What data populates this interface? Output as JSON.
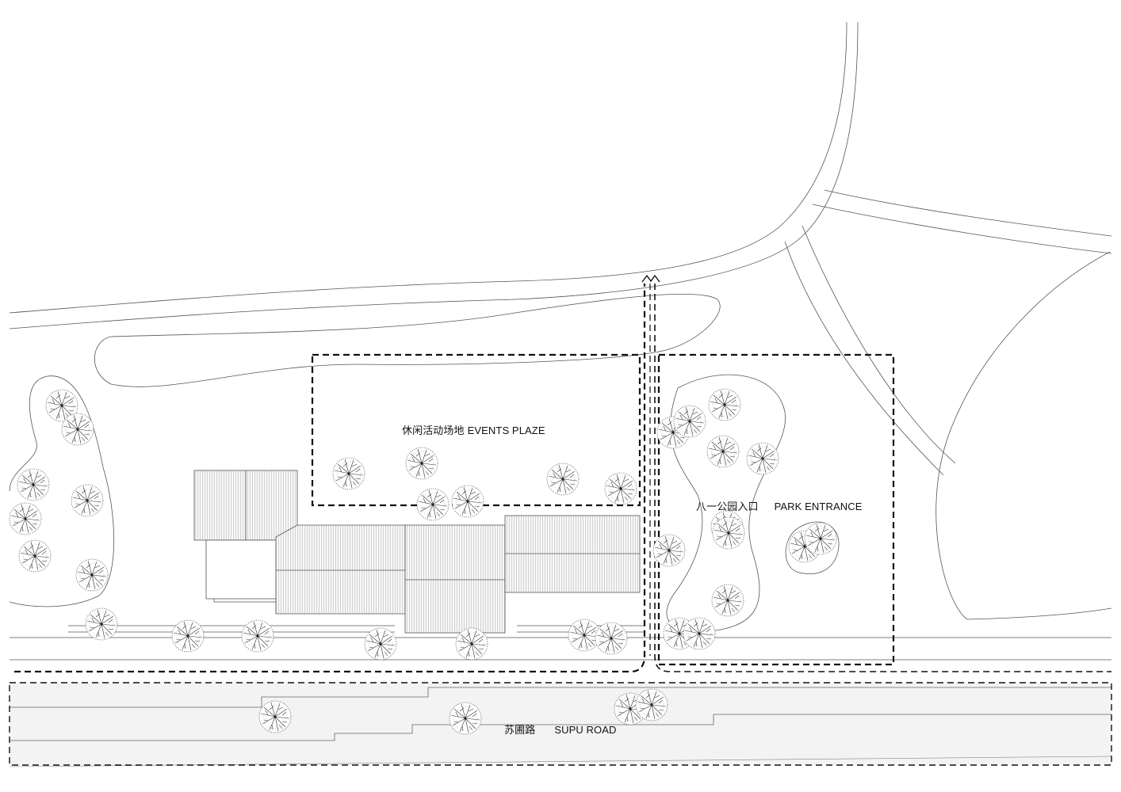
{
  "labels": {
    "events_plaza": {
      "zh": "休闲活动场地",
      "en": "EVENTS PLAZE"
    },
    "park_entrance": {
      "zh": "八一公园入口",
      "en": "PARK ENTRANCE"
    },
    "supu_road": {
      "zh": "苏圃路",
      "en": "SUPU ROAD"
    }
  },
  "colors": {
    "line": "#555555",
    "dash": "#111111",
    "road_fill": "#f3f3f3",
    "roof_fill": "#f6f6f6",
    "tree": "#333333"
  },
  "icons": [
    "tree-icon",
    "north-arrow-icon"
  ]
}
